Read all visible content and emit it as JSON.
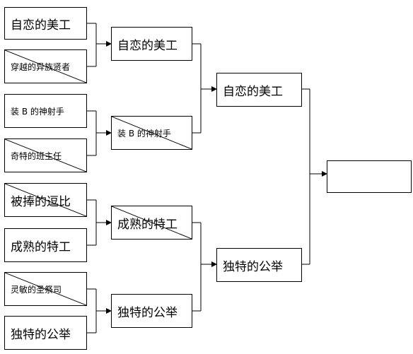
{
  "colors": {
    "line": "#000000",
    "box_border": "#000000",
    "background": "#ffffff"
  },
  "round1": [
    {
      "name": "自恋的美工",
      "eliminated": false
    },
    {
      "name": "穿越的异族贤者",
      "eliminated": true
    },
    {
      "name": "装 B 的神射手",
      "eliminated": false
    },
    {
      "name": "奇特的班主任",
      "eliminated": true
    },
    {
      "name": "被捧的逗比",
      "eliminated": true
    },
    {
      "name": "成熟的特工",
      "eliminated": false
    },
    {
      "name": "灵敏的圣祭司",
      "eliminated": true
    },
    {
      "name": "独特的公举",
      "eliminated": false
    }
  ],
  "round2": [
    {
      "name": "自恋的美工",
      "eliminated": false
    },
    {
      "name": "装 B 的神射手",
      "eliminated": true
    },
    {
      "name": "成熟的特工",
      "eliminated": true
    },
    {
      "name": "独特的公举",
      "eliminated": false
    }
  ],
  "round3": [
    {
      "name": "自恋的美工",
      "eliminated": false
    },
    {
      "name": "独特的公举",
      "eliminated": false
    }
  ],
  "champion": {
    "name": ""
  }
}
